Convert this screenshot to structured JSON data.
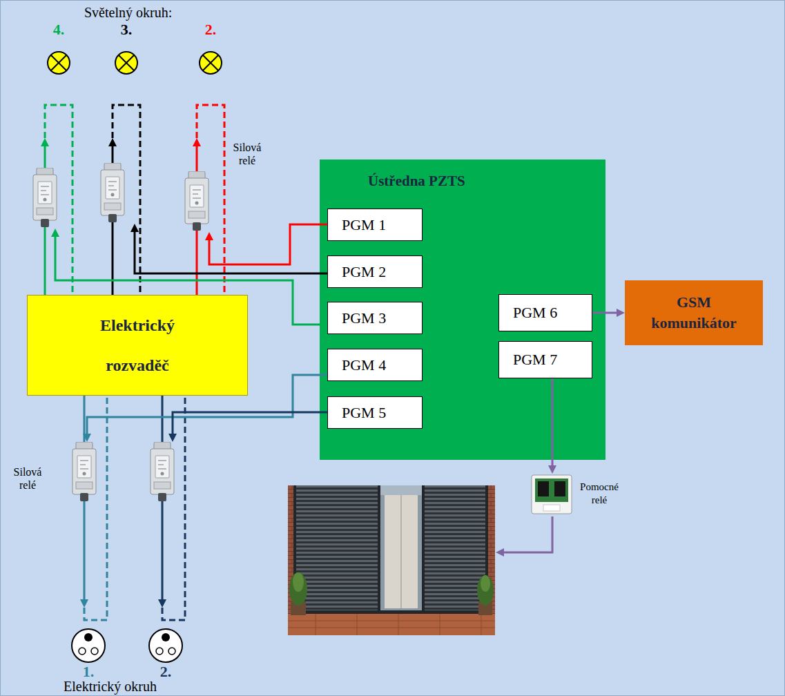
{
  "diagram": {
    "nodes": [
      {
        "text": [
          "4."
        ]
      },
      {
        "text": [
          "3."
        ]
      },
      {
        "text": [
          "2."
        ]
      },
      {
        "text": [
          "Ústředna PZTS"
        ]
      },
      {
        "text": [
          "PGM 1"
        ],
        "in": 3
      },
      {
        "text": [
          "PGM 2"
        ],
        "in": 3
      },
      {
        "text": [
          "PGM 3"
        ],
        "in": 3
      },
      {
        "text": [
          "PGM 4"
        ],
        "in": 3
      },
      {
        "text": [
          "PGM 5"
        ],
        "in": 3
      },
      {
        "text": [
          "PGM 6"
        ],
        "in": 3
      },
      {
        "text": [
          "PGM 7"
        ],
        "in": 3
      },
      {
        "text": [
          "GSM komunikátor"
        ]
      },
      {
        "text": [
          "Elektrický rozvaděč"
        ]
      },
      {
        "text": [
          "Pomocné relé"
        ]
      },
      {
        "text": [
          "1."
        ]
      },
      {
        "text": [
          "2."
        ]
      }
    ],
    "edges": [
      {
        "from": 12,
        "to": 0,
        "arrow": "to"
      },
      {
        "from": 12,
        "to": 1,
        "arrow": "to"
      },
      {
        "from": 12,
        "to": 2,
        "arrow": "to"
      },
      {
        "from": 12,
        "to": 14,
        "arrow": "to"
      },
      {
        "from": 12,
        "to": 15,
        "arrow": "to"
      },
      {
        "from": 9,
        "to": 11,
        "arrow": "to"
      },
      {
        "from": 10,
        "to": 13,
        "arrow": "to"
      }
    ],
    "labels": [
      "Světelný okruh:",
      "Silová relé",
      "Silová relé",
      "Elektrický okruh"
    ]
  }
}
